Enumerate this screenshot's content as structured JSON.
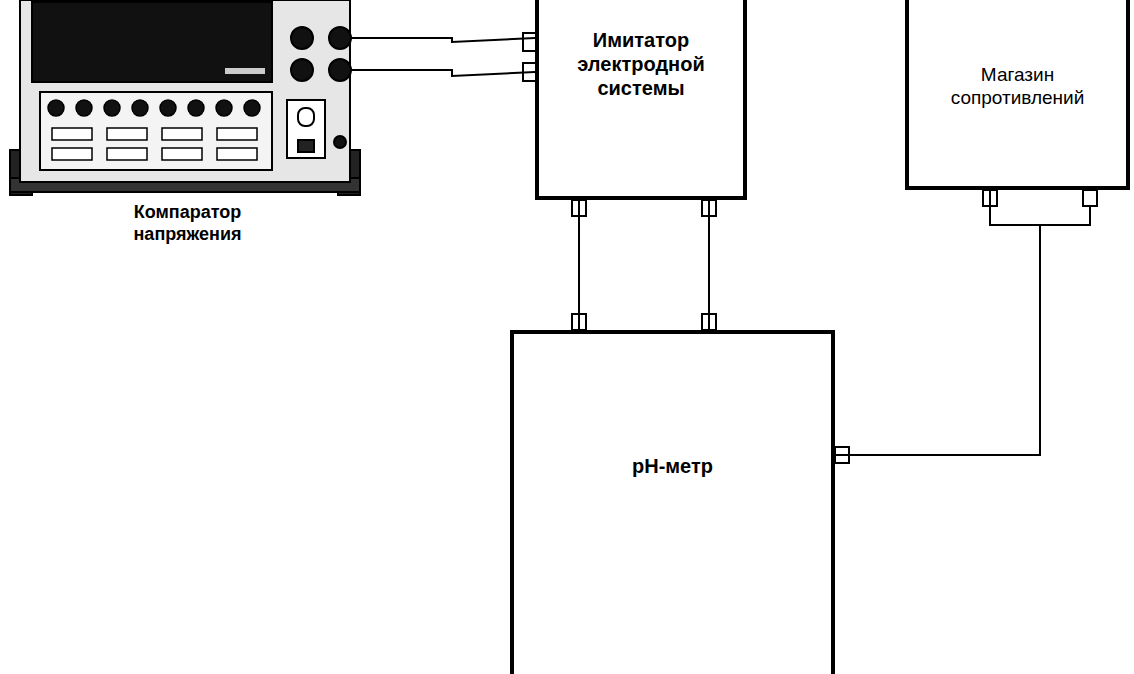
{
  "diagram": {
    "nodes": [
      {
        "text": [
          "Компаратор напряжения"
        ]
      },
      {
        "text": [
          "Имитатор электродной системы"
        ]
      },
      {
        "text": [
          "Магазин сопротивлений"
        ]
      },
      {
        "text": [
          "pH-метр"
        ]
      }
    ],
    "edges": [
      {
        "from": 0,
        "to": 1,
        "arrow": "none"
      },
      {
        "from": 0,
        "to": 1,
        "arrow": "none"
      },
      {
        "from": 1,
        "to": 3,
        "arrow": "none"
      },
      {
        "from": 1,
        "to": 3,
        "arrow": "none"
      },
      {
        "from": 3,
        "to": 2,
        "arrow": "none"
      }
    ]
  }
}
